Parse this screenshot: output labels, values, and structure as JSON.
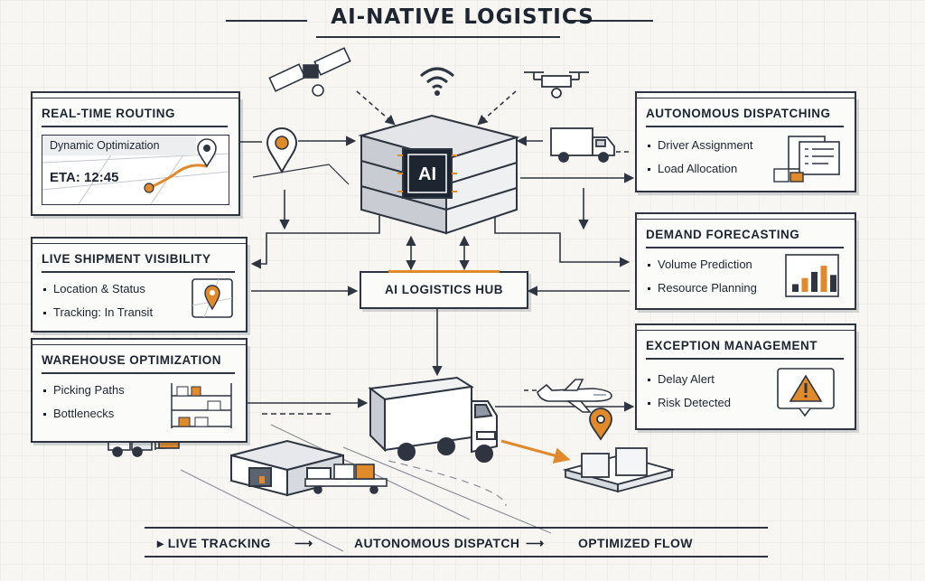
{
  "title": "AI-NATIVE LOGISTICS",
  "hub_label": "AI LOGISTICS HUB",
  "server_label": "AI",
  "colors": {
    "accent": "#e08a2c",
    "ink": "#2e3540",
    "paper": "#f7f6f3"
  },
  "panels": {
    "routing": {
      "title": "REAL-TIME ROUTING",
      "map_label": "Dynamic Optimization",
      "eta": "ETA: 12:45"
    },
    "shipment": {
      "title": "LIVE SHIPMENT VISIBILITY",
      "items": [
        "Location & Status",
        "Tracking: In Transit"
      ]
    },
    "warehouse": {
      "title": "WAREHOUSE OPTIMIZATION",
      "items": [
        "Picking Paths",
        "Bottlenecks"
      ]
    },
    "dispatching": {
      "title": "AUTONOMOUS DISPATCHING",
      "items": [
        "Driver Assignment",
        "Load Allocation"
      ]
    },
    "forecasting": {
      "title": "DEMAND FORECASTING",
      "items": [
        "Volume Prediction",
        "Resource Planning"
      ],
      "bars": [
        0.25,
        0.45,
        0.65,
        0.85,
        0.55
      ]
    },
    "exception": {
      "title": "EXCEPTION MANAGEMENT",
      "items": [
        "Delay Alert",
        "Risk Detected"
      ]
    }
  },
  "icons": [
    "satellite-icon",
    "wifi-icon",
    "drone-icon",
    "location-pin-icon",
    "delivery-van-icon",
    "ai-server-icon",
    "truck-icon",
    "airplane-icon",
    "warehouse-icon",
    "forklift-icon",
    "pallet-icon",
    "warning-icon",
    "bar-chart-icon",
    "checklist-icon",
    "shelving-icon"
  ],
  "footer": {
    "steps": [
      "LIVE TRACKING",
      "AUTONOMOUS DISPATCH",
      "OPTIMIZED FLOW"
    ]
  }
}
